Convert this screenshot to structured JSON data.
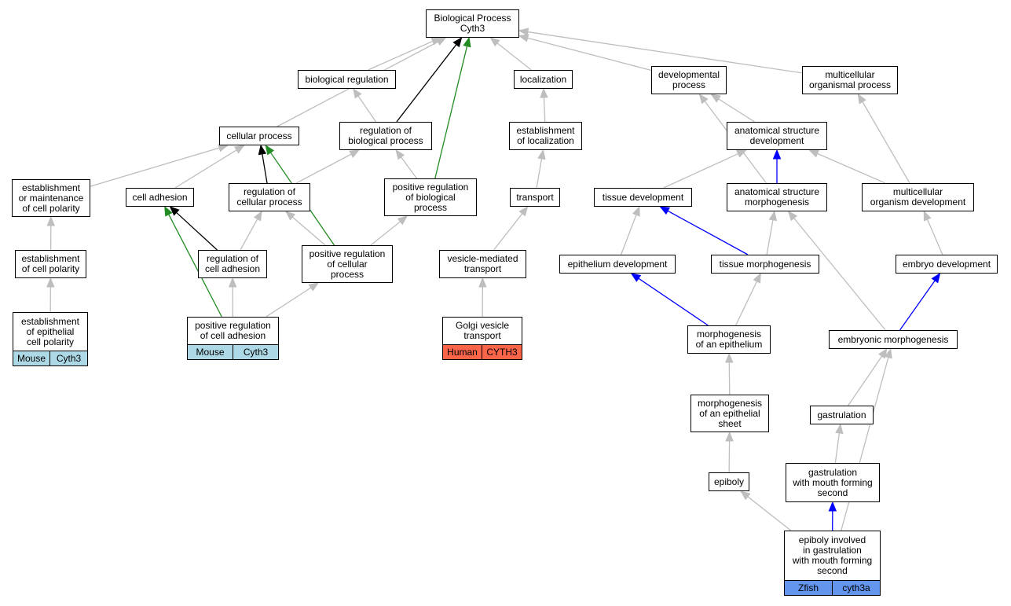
{
  "colors": {
    "edge_default": "#bebebe",
    "edge_black": "#000000",
    "edge_green": "#228b22",
    "edge_blue": "#0000ff",
    "mouse": "#add8e6",
    "human": "#fa6449",
    "zfish": "#6495ed"
  },
  "nodes": [
    {
      "id": "bp",
      "label": "Biological Process\nCyth3"
    },
    {
      "id": "breg",
      "label": "biological regulation"
    },
    {
      "id": "loc",
      "label": "localization"
    },
    {
      "id": "devp",
      "label": "developmental\nprocess"
    },
    {
      "id": "mop",
      "label": "multicellular\norganismal process"
    },
    {
      "id": "cp",
      "label": "cellular process"
    },
    {
      "id": "rbp",
      "label": "regulation of\nbiological process"
    },
    {
      "id": "eloc",
      "label": "establishment\nof localization"
    },
    {
      "id": "asd",
      "label": "anatomical structure\ndevelopment"
    },
    {
      "id": "emcp",
      "label": "establishment\nor maintenance\nof cell polarity"
    },
    {
      "id": "ca",
      "label": "cell adhesion"
    },
    {
      "id": "rcp",
      "label": "regulation of\ncellular process"
    },
    {
      "id": "prbp",
      "label": "positive regulation\nof biological\nprocess"
    },
    {
      "id": "tr",
      "label": "transport"
    },
    {
      "id": "td",
      "label": "tissue development"
    },
    {
      "id": "asm",
      "label": "anatomical structure\nmorphogenesis"
    },
    {
      "id": "mod",
      "label": "multicellular\norganism development"
    },
    {
      "id": "ecp",
      "label": "establishment\nof cell polarity"
    },
    {
      "id": "rca",
      "label": "regulation of\ncell adhesion"
    },
    {
      "id": "prcp",
      "label": "positive regulation\nof cellular\nprocess"
    },
    {
      "id": "vmt",
      "label": "vesicle-mediated\ntransport"
    },
    {
      "id": "epd",
      "label": "epithelium development"
    },
    {
      "id": "tm",
      "label": "tissue morphogenesis"
    },
    {
      "id": "emd",
      "label": "embryo development"
    },
    {
      "id": "eecp",
      "label": "establishment\nof epithelial\ncell polarity"
    },
    {
      "id": "prca",
      "label": "positive regulation\nof cell adhesion"
    },
    {
      "id": "gvt",
      "label": "Golgi vesicle\ntransport"
    },
    {
      "id": "moe",
      "label": "morphogenesis\nof an epithelium"
    },
    {
      "id": "emm",
      "label": "embryonic morphogenesis"
    },
    {
      "id": "moes",
      "label": "morphogenesis\nof an epithelial\nsheet"
    },
    {
      "id": "gas",
      "label": "gastrulation"
    },
    {
      "id": "epi",
      "label": "epiboly"
    },
    {
      "id": "gmfs",
      "label": "gastrulation\nwith mouth forming\nsecond"
    },
    {
      "id": "eig",
      "label": "epiboly involved\nin gastrulation\nwith mouth forming\nsecond"
    }
  ],
  "annotations": [
    {
      "id": "eecp",
      "species": "Mouse",
      "gene": "Cyth3",
      "color": "mouse"
    },
    {
      "id": "prca",
      "species": "Mouse",
      "gene": "Cyth3",
      "color": "mouse"
    },
    {
      "id": "gvt",
      "species": "Human",
      "gene": "CYTH3",
      "color": "human"
    },
    {
      "id": "eig",
      "species": "Zfish",
      "gene": "cyth3a",
      "color": "zfish"
    }
  ],
  "edges": [
    {
      "from": "cp",
      "to": "bp",
      "color": "edge_default"
    },
    {
      "from": "breg",
      "to": "bp",
      "color": "edge_default"
    },
    {
      "from": "rbp",
      "to": "bp",
      "color": "edge_black"
    },
    {
      "from": "prbp",
      "to": "bp",
      "color": "edge_green"
    },
    {
      "from": "loc",
      "to": "bp",
      "color": "edge_default"
    },
    {
      "from": "devp",
      "to": "bp",
      "color": "edge_default"
    },
    {
      "from": "mop",
      "to": "bp",
      "color": "edge_default"
    },
    {
      "from": "rbp",
      "to": "breg",
      "color": "edge_default"
    },
    {
      "from": "eloc",
      "to": "loc",
      "color": "edge_default"
    },
    {
      "from": "emcp",
      "to": "cp",
      "color": "edge_default"
    },
    {
      "from": "ca",
      "to": "cp",
      "color": "edge_default"
    },
    {
      "from": "rcp",
      "to": "cp",
      "color": "edge_black"
    },
    {
      "from": "prcp",
      "to": "cp",
      "color": "edge_green"
    },
    {
      "from": "rcp",
      "to": "rbp",
      "color": "edge_default"
    },
    {
      "from": "prbp",
      "to": "rbp",
      "color": "edge_default"
    },
    {
      "from": "tr",
      "to": "eloc",
      "color": "edge_default"
    },
    {
      "from": "asd",
      "to": "devp",
      "color": "edge_default"
    },
    {
      "from": "asm",
      "to": "devp",
      "color": "edge_default"
    },
    {
      "from": "td",
      "to": "asd",
      "color": "edge_default"
    },
    {
      "from": "asm",
      "to": "asd",
      "color": "edge_blue"
    },
    {
      "from": "mod",
      "to": "asd",
      "color": "edge_default"
    },
    {
      "from": "mod",
      "to": "mop",
      "color": "edge_default"
    },
    {
      "from": "ecp",
      "to": "emcp",
      "color": "edge_default"
    },
    {
      "from": "rca",
      "to": "ca",
      "color": "edge_black"
    },
    {
      "from": "prca",
      "to": "ca",
      "color": "edge_green"
    },
    {
      "from": "rca",
      "to": "rcp",
      "color": "edge_default"
    },
    {
      "from": "prcp",
      "to": "rcp",
      "color": "edge_default"
    },
    {
      "from": "prcp",
      "to": "prbp",
      "color": "edge_default"
    },
    {
      "from": "vmt",
      "to": "tr",
      "color": "edge_default"
    },
    {
      "from": "epd",
      "to": "td",
      "color": "edge_default"
    },
    {
      "from": "tm",
      "to": "td",
      "color": "edge_blue"
    },
    {
      "from": "tm",
      "to": "asm",
      "color": "edge_default"
    },
    {
      "from": "emm",
      "to": "asm",
      "color": "edge_default"
    },
    {
      "from": "emd",
      "to": "mod",
      "color": "edge_default"
    },
    {
      "from": "eecp",
      "to": "ecp",
      "color": "edge_default"
    },
    {
      "from": "prca",
      "to": "rca",
      "color": "edge_default"
    },
    {
      "from": "prca",
      "to": "prcp",
      "color": "edge_default"
    },
    {
      "from": "gvt",
      "to": "vmt",
      "color": "edge_default"
    },
    {
      "from": "moe",
      "to": "epd",
      "color": "edge_blue"
    },
    {
      "from": "moe",
      "to": "tm",
      "color": "edge_default"
    },
    {
      "from": "emm",
      "to": "emd",
      "color": "edge_blue"
    },
    {
      "from": "moes",
      "to": "moe",
      "color": "edge_default"
    },
    {
      "from": "gas",
      "to": "emm",
      "color": "edge_default"
    },
    {
      "from": "eig",
      "to": "emm",
      "color": "edge_default"
    },
    {
      "from": "epi",
      "to": "moes",
      "color": "edge_default"
    },
    {
      "from": "gmfs",
      "to": "gas",
      "color": "edge_default"
    },
    {
      "from": "eig",
      "to": "epi",
      "color": "edge_default"
    },
    {
      "from": "eig",
      "to": "gmfs",
      "color": "edge_blue"
    }
  ]
}
